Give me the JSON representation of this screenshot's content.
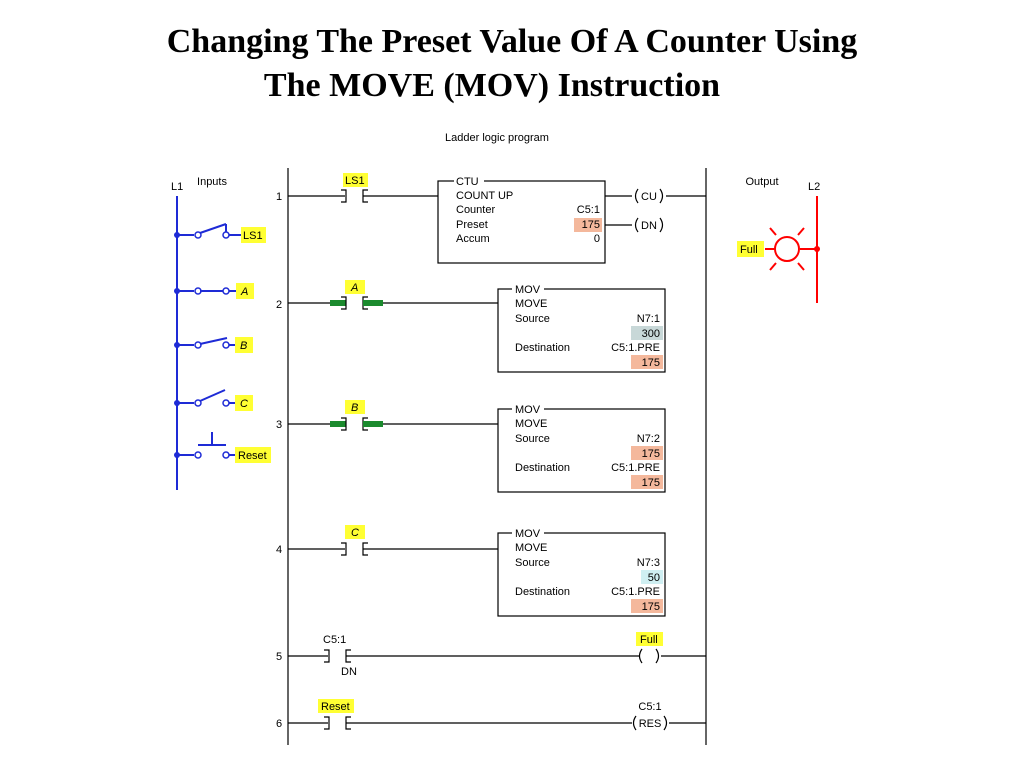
{
  "title": {
    "line1": "Changing The Preset Value Of A Counter Using",
    "line2": "The MOVE (MOV) Instruction"
  },
  "diagram": {
    "program_label": "Ladder logic program",
    "inputs_label": "Inputs",
    "output_label": "Output",
    "l1": "L1",
    "l2": "L2",
    "inputs": [
      "LS1",
      "A",
      "B",
      "C",
      "Reset"
    ],
    "output_lamp": "Full",
    "rung_numbers": [
      "1",
      "2",
      "3",
      "4",
      "5",
      "6"
    ],
    "rung1": {
      "contact": "LS1",
      "block": {
        "tag": "CTU",
        "name": "COUNT UP",
        "counter_label": "Counter",
        "counter": "C5:1",
        "preset_label": "Preset",
        "preset": "175",
        "accum_label": "Accum",
        "accum": "0"
      },
      "coil_cu": "CU",
      "coil_dn": "DN"
    },
    "rung2": {
      "contact": "A",
      "block": {
        "tag": "MOV",
        "name": "MOVE",
        "source_label": "Source",
        "source": "N7:1",
        "source_value": "300",
        "dest_label": "Destination",
        "dest": "C5:1.PRE",
        "dest_value": "175"
      }
    },
    "rung3": {
      "contact": "B",
      "block": {
        "tag": "MOV",
        "name": "MOVE",
        "source_label": "Source",
        "source": "N7:2",
        "source_value": "175",
        "dest_label": "Destination",
        "dest": "C5:1.PRE",
        "dest_value": "175"
      }
    },
    "rung4": {
      "contact": "C",
      "block": {
        "tag": "MOV",
        "name": "MOVE",
        "source_label": "Source",
        "source": "N7:3",
        "source_value": "50",
        "dest_label": "Destination",
        "dest": "C5:1.PRE",
        "dest_value": "175"
      }
    },
    "rung5": {
      "contact_addr": "C5:1",
      "contact_bit": "DN",
      "coil": "Full"
    },
    "rung6": {
      "contact": "Reset",
      "coil_addr": "C5:1",
      "coil": "RES"
    }
  },
  "colors": {
    "input_wiring": "#1e2bd6",
    "output_wiring": "#ff0000",
    "highlight": "#ffff33",
    "preset_highlight": "#f4b89c",
    "energized_contact": "#1b8a2e"
  }
}
